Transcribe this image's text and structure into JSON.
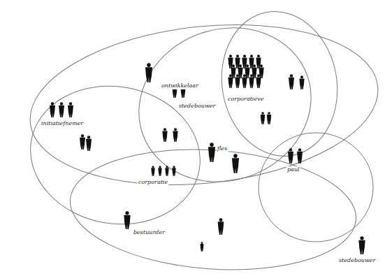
{
  "diagram": {
    "labels": [
      "ontwikkelaar",
      "corporatieve",
      "stedebouwer",
      "initiatiefnemer",
      "flex",
      "paul",
      "corporatie",
      "bestuurder",
      "stedebouwer"
    ]
  }
}
